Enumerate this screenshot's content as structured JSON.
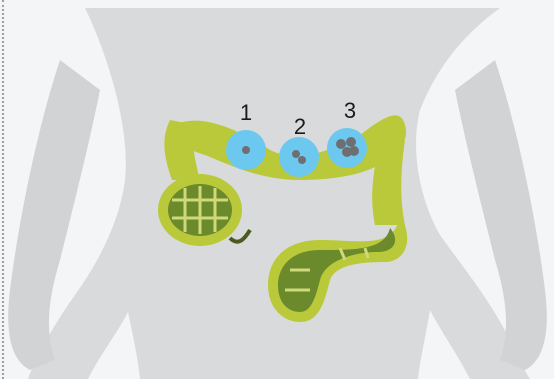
{
  "diagram": {
    "markers": [
      {
        "label": "1",
        "deposits": 1
      },
      {
        "label": "2",
        "deposits": 2
      },
      {
        "label": "3",
        "deposits": 4
      }
    ]
  },
  "colors": {
    "background": "#f4f5f7",
    "body_silhouette": "#d9dadc",
    "colon_outer": "#b9c93a",
    "colon_inner": "#6b8a2c",
    "colon_segment_lines": "#cfd97a",
    "marker_ring": "#6cc8ef",
    "deposit": "#6d6f73"
  }
}
